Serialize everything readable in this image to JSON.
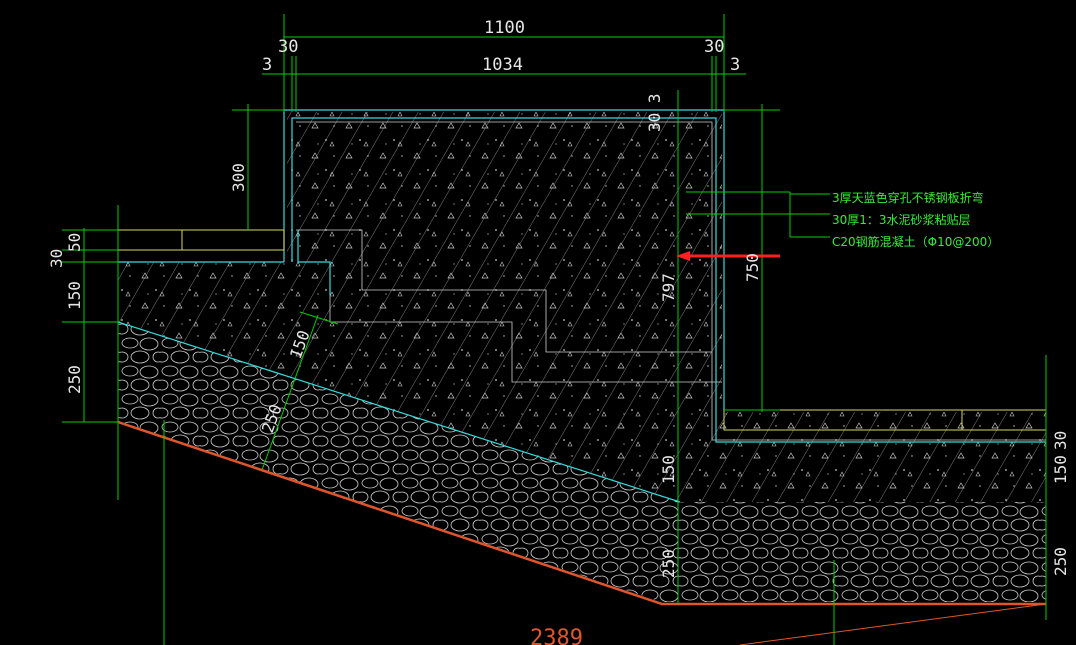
{
  "drawing": {
    "top_dimensions": {
      "overall": "1100",
      "inner": "1034",
      "left_offset": "30",
      "right_offset": "30",
      "left_small": "3",
      "right_small": "3",
      "top_small_right": "30 3"
    },
    "left_dimensions": {
      "curb_height": "300",
      "finish_50": "50",
      "finish_30": "30",
      "slab_150": "150",
      "gravel_250": "250"
    },
    "center_dimensions": {
      "height_797": "797",
      "height_750": "750",
      "slope_150": "150",
      "slope_250": "250",
      "bottom_150": "150",
      "bottom_250": "250"
    },
    "right_dimensions": {
      "finish_30": "30",
      "slab_150": "150",
      "gravel_250": "250"
    },
    "bottom_total": "2389",
    "notes": [
      "3厚天蓝色穿孔不锈钢板折弯",
      "30厚1：3水泥砂浆粘贴层",
      "C20钢筋混凝土（Φ10@200）"
    ],
    "colors": {
      "background": "#000000",
      "dimension_lines": "#00d000",
      "outline": "#33dddd",
      "finish_layer": "#d8d860",
      "ground_line": "#e0562a",
      "leader_arrow": "#ff2020"
    }
  }
}
